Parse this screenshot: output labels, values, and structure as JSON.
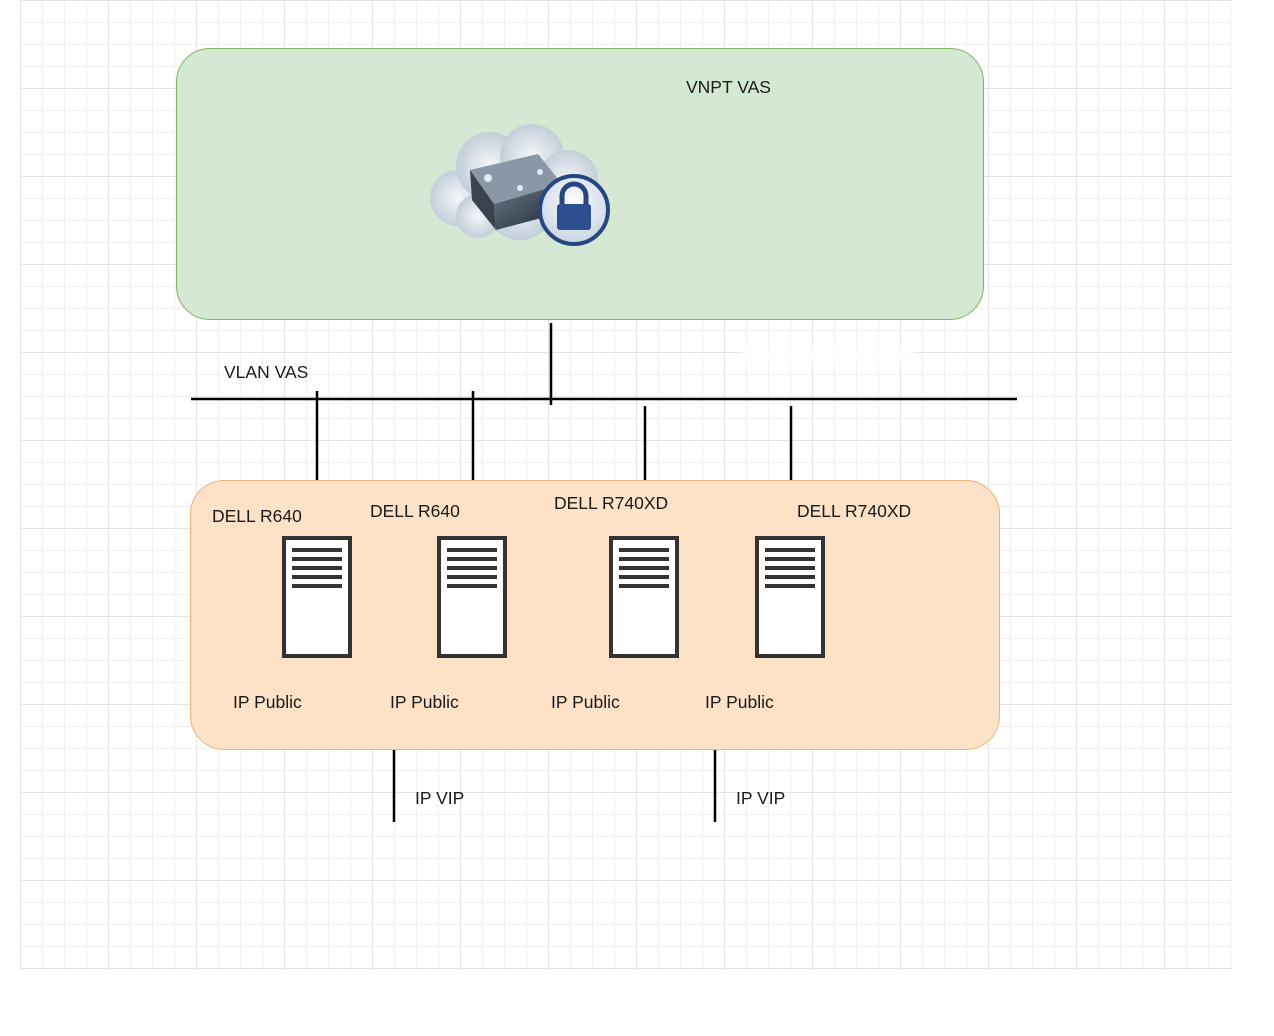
{
  "vas_group": {
    "title": "VNPT VAS",
    "icon": "cloud-server-lock-icon"
  },
  "vlan": {
    "label": "VLAN VAS"
  },
  "servers": [
    {
      "model": "DELL R640",
      "ip_label": "IP Public",
      "icon": "server-icon"
    },
    {
      "model": "DELL R640",
      "ip_label": "IP Public",
      "icon": "server-icon"
    },
    {
      "model": "DELL R740XD",
      "ip_label": "IP Public",
      "icon": "server-icon"
    },
    {
      "model": "DELL R740XD",
      "ip_label": "IP Public",
      "icon": "server-icon"
    }
  ],
  "vips": [
    {
      "label": "IP VIP"
    },
    {
      "label": "IP VIP"
    }
  ],
  "colors": {
    "vas_fill": "#d5e8d4",
    "vas_stroke": "#82b366",
    "server_group_fill": "#fde2c7",
    "server_group_stroke": "#f0b27a",
    "line": "#000000"
  }
}
